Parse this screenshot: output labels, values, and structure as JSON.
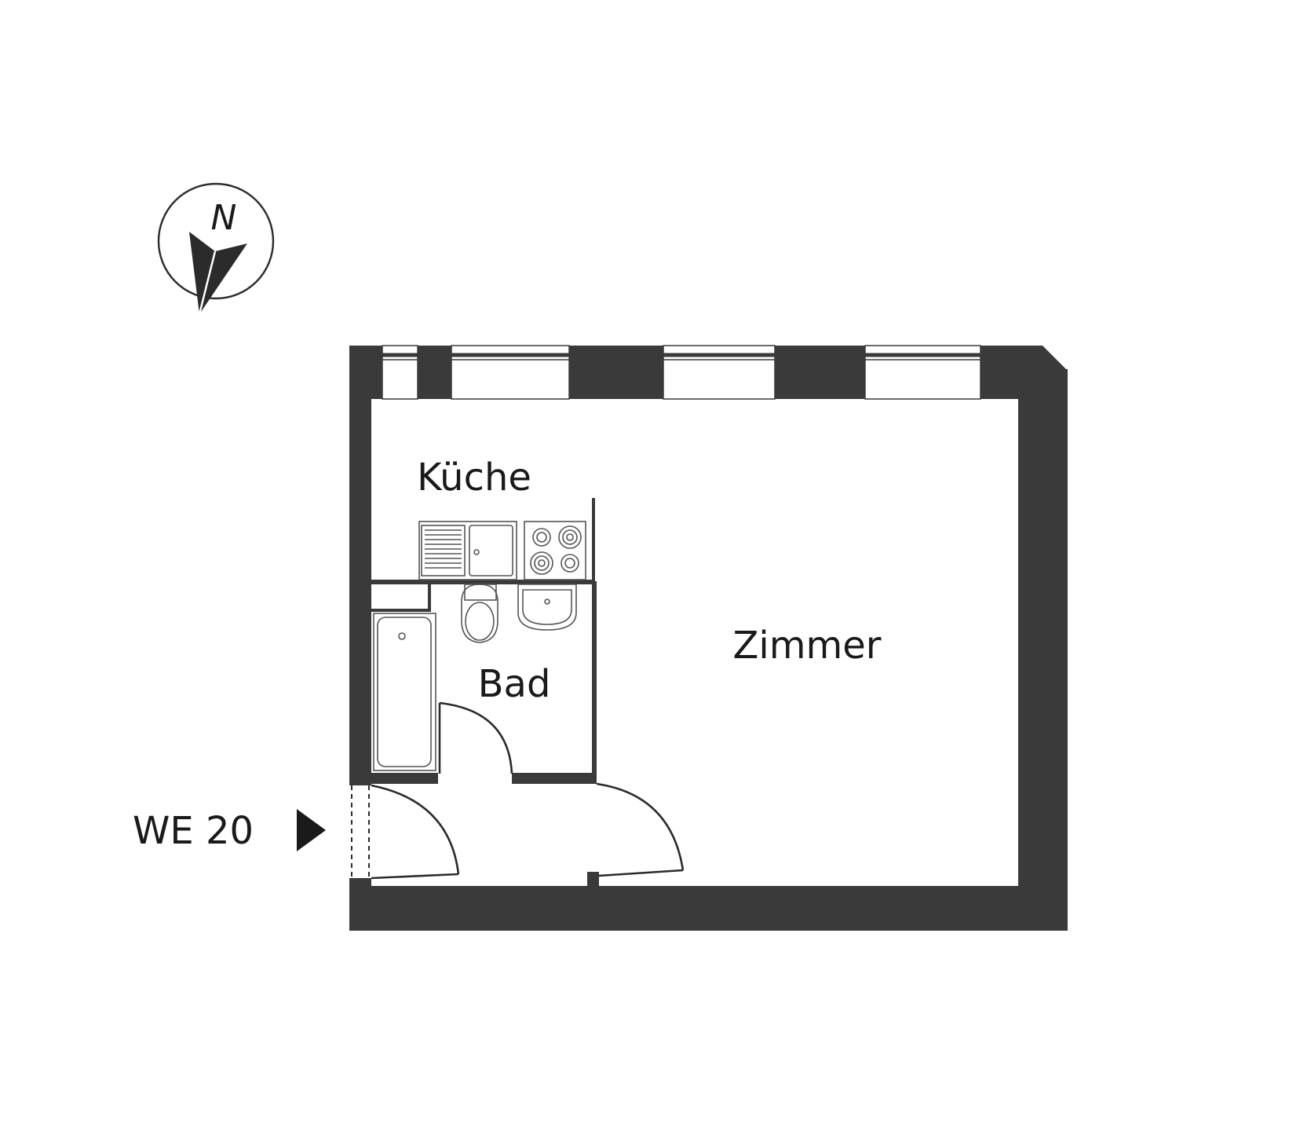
{
  "rooms": {
    "kitchen": "Küche",
    "bath": "Bad",
    "living": "Zimmer"
  },
  "unit": {
    "label": "WE 20"
  },
  "compass": {
    "letter": "N"
  },
  "colors": {
    "wall": "#3a3a3a",
    "background": "#ffffff",
    "line": "#2b2b2b"
  }
}
